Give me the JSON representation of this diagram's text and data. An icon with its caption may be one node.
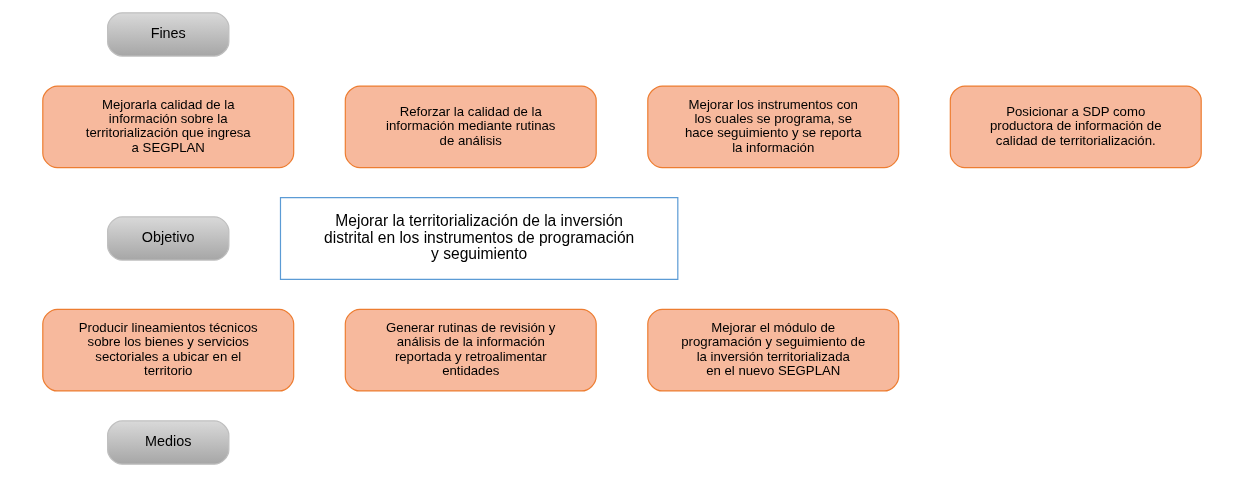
{
  "diagram": {
    "nodes": [
      {
        "text": [
          "Fines"
        ]
      },
      {
        "text": [
          "Mejorarla calidad de la información sobre la territorialización que ingresa a SEGPLAN"
        ]
      },
      {
        "text": [
          "Reforzar la calidad de la información mediante rutinas de análisis"
        ]
      },
      {
        "text": [
          "Mejorar los instrumentos con los cuales se programa, se hace seguimiento y se reporta la información"
        ]
      },
      {
        "text": [
          "Posicionar a SDP como productora de información de calidad de territorialización."
        ]
      },
      {
        "text": [
          "Objetivo"
        ]
      },
      {
        "text": [
          "Mejorar la territorialización de la inversión distrital en los instrumentos de programación y seguimiento"
        ]
      },
      {
        "text": [
          "Producir lineamientos técnicos sobre los bienes y servicios sectoriales a ubicar en el territorio"
        ]
      },
      {
        "text": [
          "Generar rutinas de revisión y análisis de la información reportada y retroalimentar entidades"
        ]
      },
      {
        "text": [
          "Mejorar el módulo de programación y seguimiento de la inversión territorializada en el nuevo SEGPLAN"
        ]
      },
      {
        "text": [
          "Medios"
        ]
      }
    ],
    "edges": []
  }
}
